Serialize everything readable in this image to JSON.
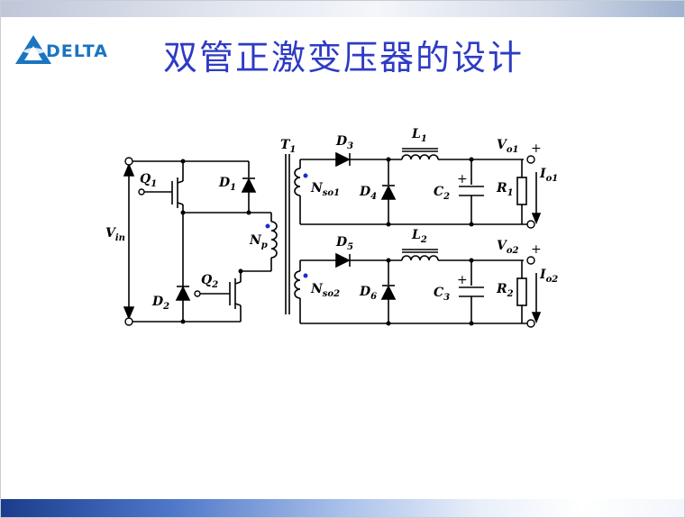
{
  "slide": {
    "title": "双管正激变压器的设计",
    "logo_text": "DELTA",
    "brand_color": "#1a74c2",
    "title_color": "#2e3bc4"
  },
  "diagram": {
    "labels": {
      "vin": "V",
      "vin_sub": "in",
      "q1": "Q",
      "q1_sub": "1",
      "q2": "Q",
      "q2_sub": "2",
      "d1": "D",
      "d1_sub": "1",
      "d2": "D",
      "d2_sub": "2",
      "np": "N",
      "np_sub": "p",
      "t1": "T",
      "t1_sub": "1",
      "d3": "D",
      "d3_sub": "3",
      "d4": "D",
      "d4_sub": "4",
      "d5": "D",
      "d5_sub": "5",
      "d6": "D",
      "d6_sub": "6",
      "nso1": "N",
      "nso1_sub": "so1",
      "nso2": "N",
      "nso2_sub": "so2",
      "l1": "L",
      "l1_sub": "1",
      "l2": "L",
      "l2_sub": "2",
      "c2": "C",
      "c2_sub": "2",
      "c3": "C",
      "c3_sub": "3",
      "r1": "R",
      "r1_sub": "1",
      "r2": "R",
      "r2_sub": "2",
      "vo1": "V",
      "vo1_sub": "o1",
      "vo2": "V",
      "vo2_sub": "o2",
      "io1": "I",
      "io1_sub": "o1",
      "io2": "I",
      "io2_sub": "o2",
      "plus": "+"
    }
  }
}
